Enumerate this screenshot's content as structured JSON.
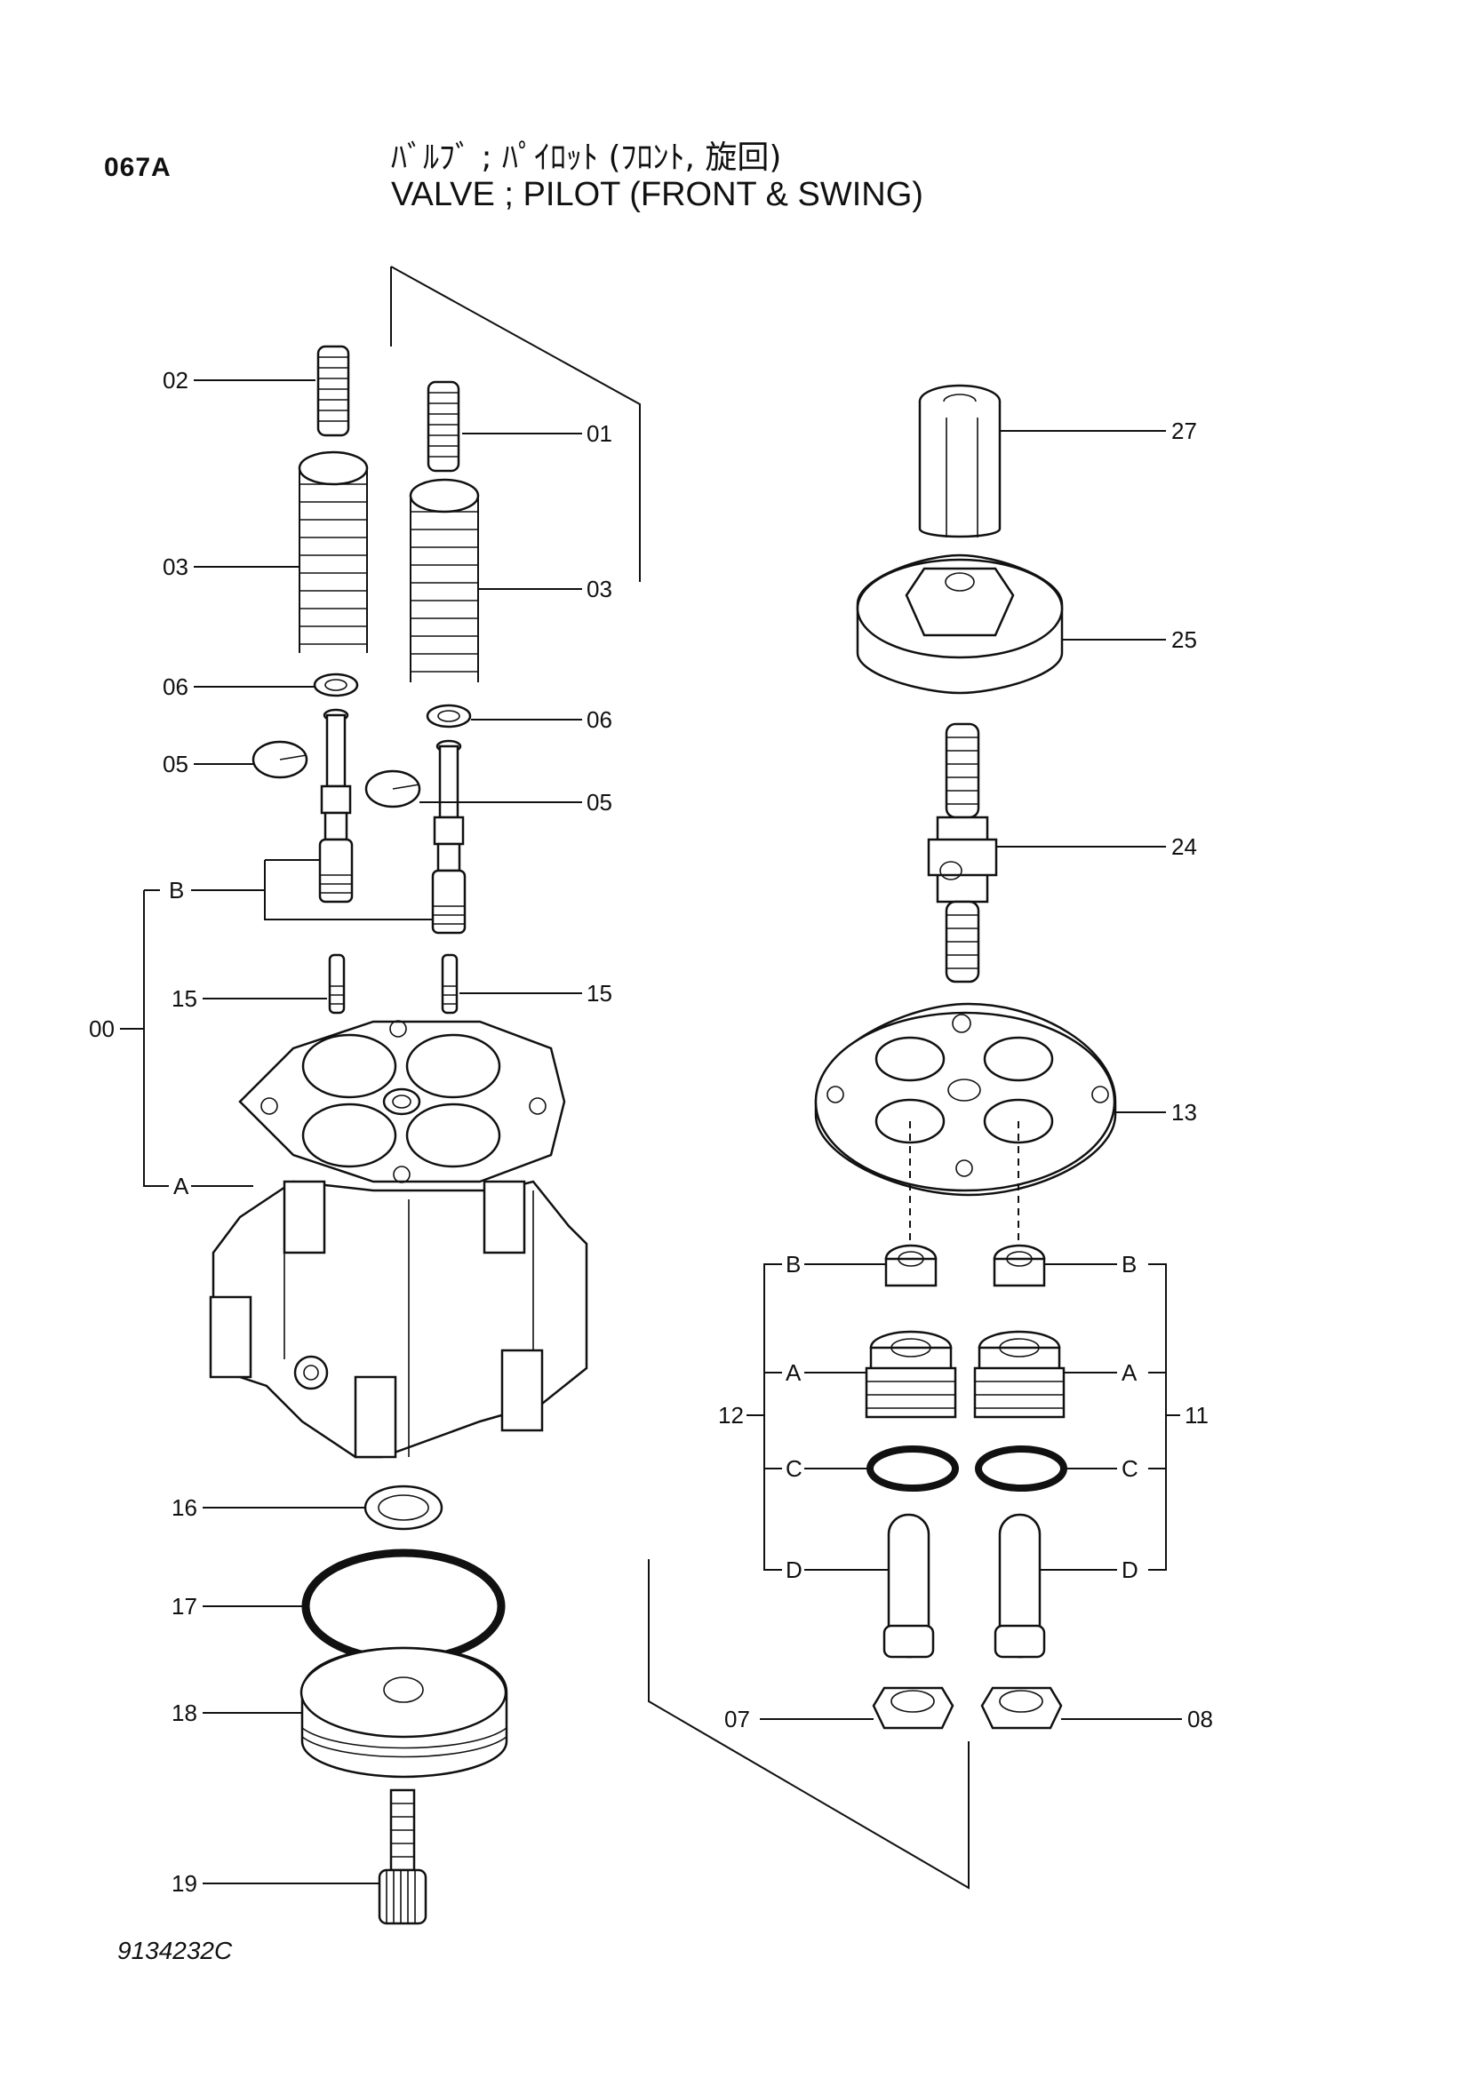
{
  "header": {
    "page_code": "067A",
    "title_jp": "ﾊﾞﾙﾌﾞ ; ﾊﾟｲﾛｯﾄ (ﾌﾛﾝﾄ, 旋回)",
    "title_en": "VALVE ; PILOT (FRONT & SWING)"
  },
  "footer": {
    "drawing_number": "9134232C"
  },
  "callouts": {
    "c01": "01",
    "c02": "02",
    "c03a": "03",
    "c03b": "03",
    "c05a": "05",
    "c05b": "05",
    "c06a": "06",
    "c06b": "06",
    "c00": "00",
    "c_B_left": "B",
    "c_A_left": "A",
    "c15a": "15",
    "c15b": "15",
    "c16": "16",
    "c17": "17",
    "c18": "18",
    "c19": "19",
    "c27": "27",
    "c25": "25",
    "c24": "24",
    "c13": "13",
    "c12": "12",
    "c11": "11",
    "c12_B": "B",
    "c12_A": "A",
    "c12_C": "C",
    "c12_D": "D",
    "c11_B": "B",
    "c11_A": "A",
    "c11_C": "C",
    "c11_D": "D",
    "c07": "07",
    "c08": "08"
  }
}
